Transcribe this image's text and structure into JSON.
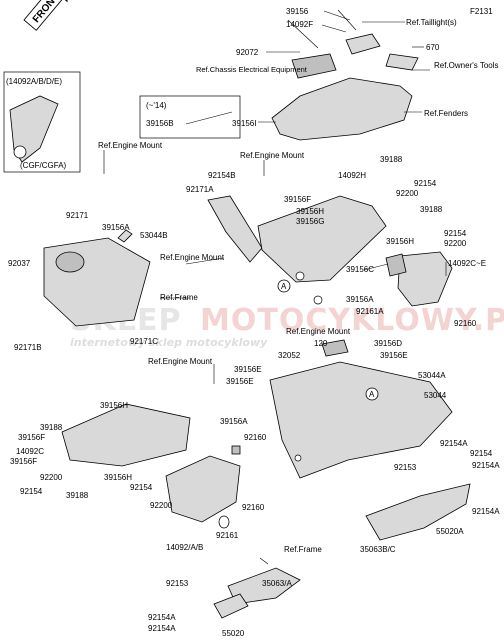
{
  "diagram_code": "F2131",
  "front_label": "FRONT",
  "inset_header": "(14092A/B/D/E)",
  "inset_footer": "(CGF/CGFA)",
  "year_note": "(~'14)",
  "watermark_main_a": "SKLEP",
  "watermark_main_b": "MOTOCYKLOWY.PL",
  "watermark_sub": "internetowy sklep motocyklowy",
  "labels": {
    "l39156_top": "39156",
    "l14092f": "14092F",
    "ref_taillight": "Ref.Taillight(s)",
    "l92072": "92072",
    "l670": "670",
    "ref_owners_tools": "Ref.Owner's Tools",
    "ref_chassis": "Ref.Chassis Electrical Equipment",
    "l39156b": "39156B",
    "l39156i": "39156I",
    "ref_fenders": "Ref.Fenders",
    "ref_engine_mount_1": "Ref.Engine Mount",
    "ref_engine_mount_2": "Ref.Engine Mount",
    "l39188_a": "39188",
    "l92154b": "92154B",
    "l14092h": "14092H",
    "l92154_a": "92154",
    "l92171a": "92171A",
    "l39156f_a": "39156F",
    "l92200_a": "92200",
    "l39156h_a": "39156H",
    "l39188_b": "39188",
    "l39156g": "39156G",
    "l92154_b": "92154",
    "l92171": "92171",
    "l39156a_a": "39156A",
    "l53044b": "53044B",
    "l39156h_b": "39156H",
    "l92200_b": "92200",
    "l92037": "92037",
    "ref_engine_mount_3": "Ref.Engine Mount",
    "l14092ce": "14092C~E",
    "ref_frame_1": "Ref.Frame",
    "l39156c": "39156C",
    "l39156a_b": "39156A",
    "l92161a": "92161A",
    "l92160_a": "92160",
    "l92171b": "92171B",
    "l92171c": "92171C",
    "ref_engine_mount_4": "Ref.Engine Mount",
    "l120": "120",
    "l39156d": "39156D",
    "l32052": "32052",
    "l39156e_a": "39156E",
    "l39156e_b": "39156E",
    "l39156e_c": "39156E",
    "l53044a": "53044A",
    "ref_engine_mount_5": "Ref.Engine Mount",
    "l53044": "53044",
    "l39188_c": "39188",
    "l39156h_c": "39156H",
    "l39156f_b": "39156F",
    "l14092c": "14092C",
    "l39156a_c": "39156A",
    "l92160_b": "92160",
    "l92154a_a": "92154A",
    "l92154_c": "92154",
    "l92154a_b": "92154A",
    "l92153_a": "92153",
    "l92154a_c": "92154A",
    "l39156f_c": "39156F",
    "l92200_c": "92200",
    "l92154_d": "92154",
    "l39188_d": "39188",
    "l39156h_d": "39156H",
    "l92154_e": "92154",
    "l92200_d": "92200",
    "l92161": "92161",
    "l92160_c": "92160",
    "l55020a": "55020A",
    "l14092ab": "14092/A/B",
    "ref_frame_2": "Ref.Frame",
    "l35063bc": "35063B/C",
    "l92153_b": "92153",
    "l35063a": "35063/A",
    "l92154a_d": "92154A",
    "l92154a_e": "92154A",
    "l55020": "55020",
    "callout_a1": "A",
    "callout_a2": "A"
  },
  "colors": {
    "part_fill": "#d9d9d9",
    "watermark_red": "#e8a0a0"
  }
}
